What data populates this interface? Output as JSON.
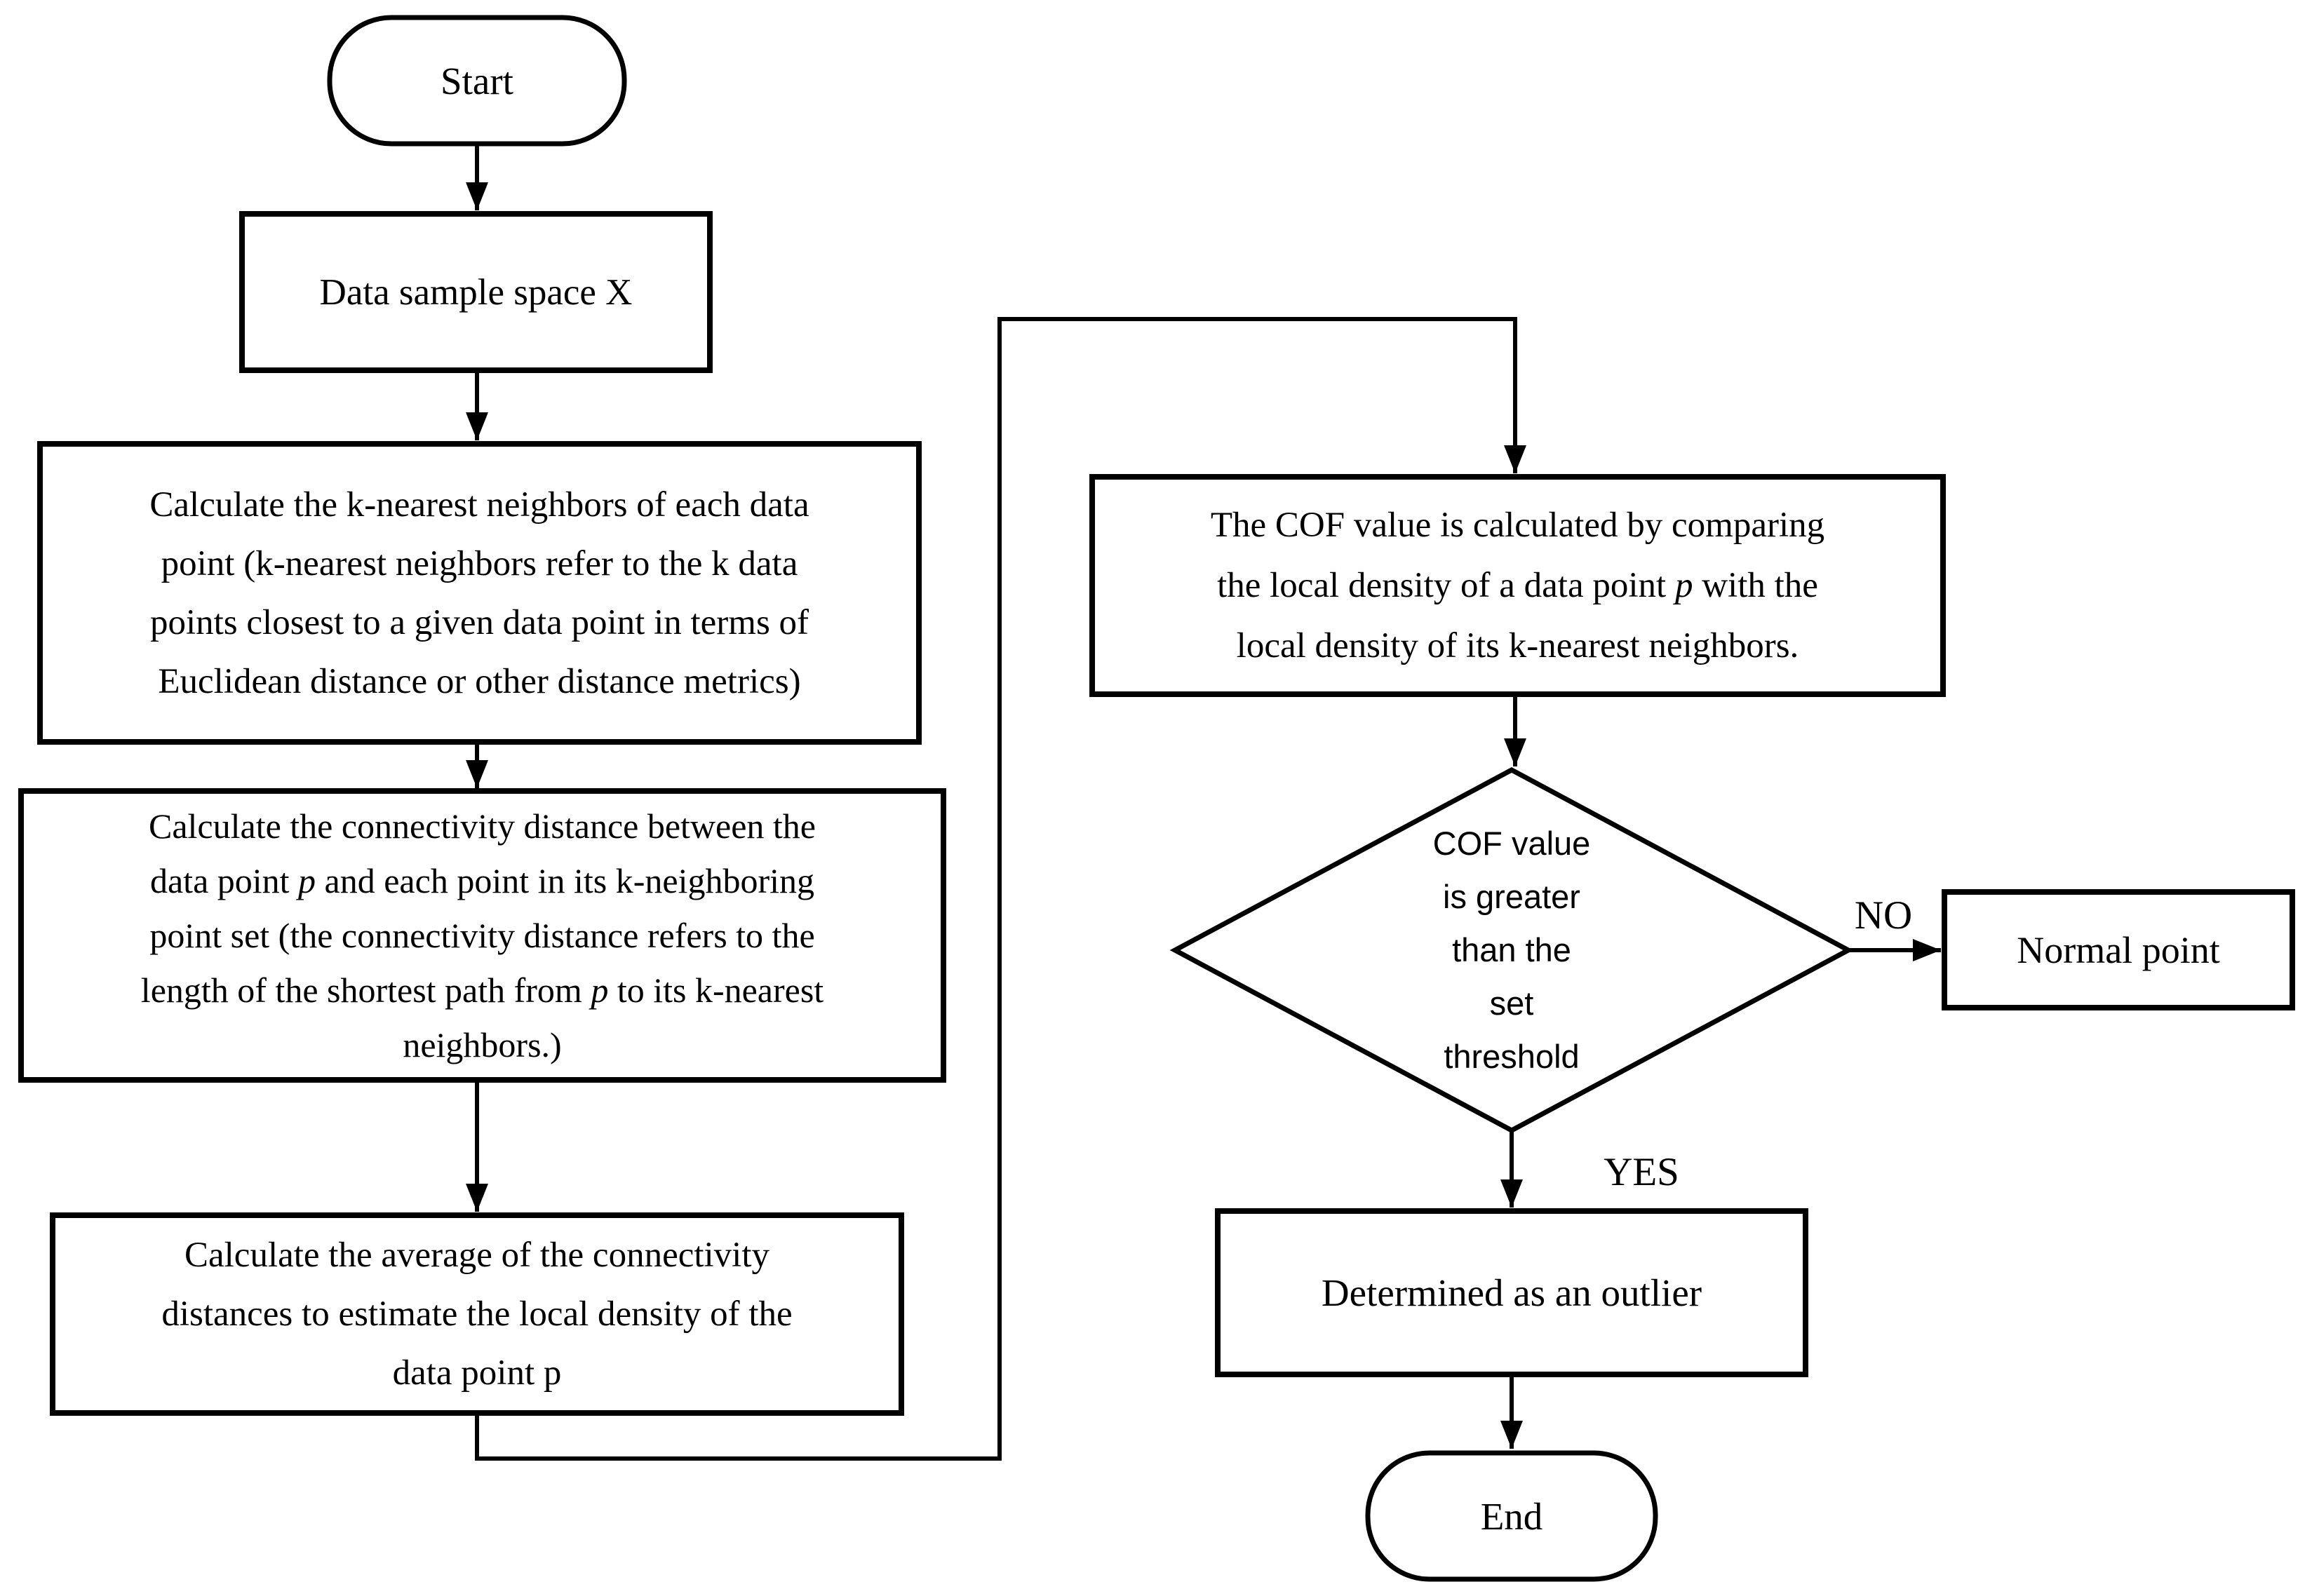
{
  "flowchart": {
    "title": "COF outlier detection flowchart",
    "colors": {
      "stroke": "#000000",
      "background": "#ffffff",
      "text": "#000000"
    },
    "nodes": {
      "start": {
        "label": "Start"
      },
      "data_space": {
        "label": "Data sample space X"
      },
      "knn": {
        "lines": [
          "Calculate the k-nearest neighbors of each data",
          "point (k-nearest neighbors refer to the k data",
          "points closest to a given data point in terms of",
          "Euclidean distance or other distance metrics)"
        ]
      },
      "connectivity": {
        "lines": [
          "Calculate the connectivity distance between the",
          "data point p and each point in its k-neighboring",
          "point set (the connectivity distance refers to the",
          "length of the shortest path from p to its k-nearest",
          "neighbors.)"
        ]
      },
      "average": {
        "lines": [
          "Calculate the average of the connectivity",
          "distances to estimate the local density of the",
          "data point p"
        ]
      },
      "cof": {
        "lines": [
          "The COF value is calculated by comparing",
          "the local density of a data point p with the",
          "local density of its k-nearest neighbors."
        ]
      },
      "decision": {
        "lines": [
          "COF value",
          "is greater",
          "than the",
          "set",
          "threshold"
        ]
      },
      "normal": {
        "label": "Normal point"
      },
      "outlier": {
        "label": "Determined as an outlier"
      },
      "end": {
        "label": "End"
      }
    },
    "edge_labels": {
      "no": "NO",
      "yes": "YES"
    }
  }
}
